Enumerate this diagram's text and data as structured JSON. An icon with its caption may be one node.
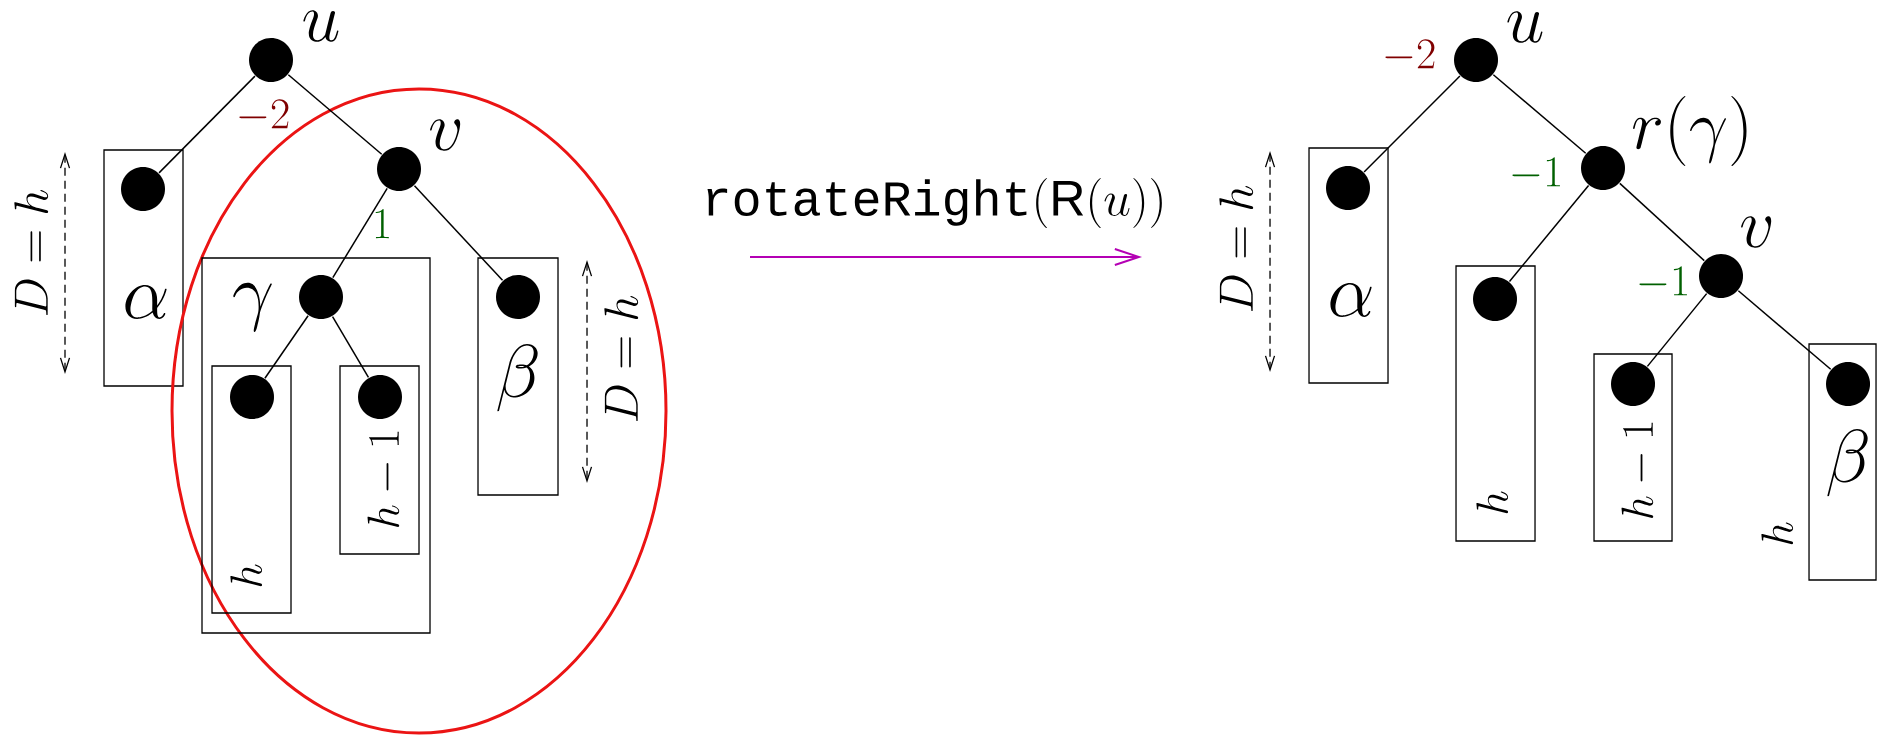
{
  "diagram": {
    "nodes": [
      {
        "text": [],
        "shape": "circle",
        "beside": [
          "u",
          "-2"
        ]
      },
      {
        "text": [
          "\\alpha"
        ]
      },
      {
        "text": [],
        "shape": "circle",
        "in": 1
      },
      {
        "text": [],
        "shape": "ellipse"
      },
      {
        "text": [],
        "shape": "circle",
        "beside": [
          "v",
          "1"
        ],
        "in": 3
      },
      {
        "text": [
          "\\gamma"
        ],
        "in": 3
      },
      {
        "text": [],
        "shape": "circle",
        "in": 5
      },
      {
        "text": [
          "h"
        ],
        "in": 5
      },
      {
        "text": [],
        "shape": "circle",
        "in": 7
      },
      {
        "text": [
          "h-1"
        ],
        "in": 5
      },
      {
        "text": [],
        "shape": "circle",
        "in": 9
      },
      {
        "text": [
          "\\beta"
        ],
        "in": 3
      },
      {
        "text": [],
        "shape": "circle",
        "in": 11
      },
      {
        "text": [],
        "shape": "circle",
        "beside": [
          "u",
          "-2"
        ]
      },
      {
        "text": [
          "\\alpha"
        ]
      },
      {
        "text": [],
        "shape": "circle",
        "in": 14
      },
      {
        "text": [],
        "shape": "circle",
        "beside": [
          "r(\\gamma)",
          "-1"
        ]
      },
      {
        "text": [
          "h"
        ]
      },
      {
        "text": [],
        "shape": "circle",
        "in": 17
      },
      {
        "text": [],
        "shape": "circle",
        "beside": [
          "v",
          "-1"
        ]
      },
      {
        "text": [
          "h-1"
        ]
      },
      {
        "text": [],
        "shape": "circle",
        "in": 20
      },
      {
        "text": [
          "\\beta"
        ],
        "beside": [
          "h"
        ]
      },
      {
        "text": [],
        "shape": "circle",
        "in": 22
      }
    ],
    "edges": [
      {
        "from": 0,
        "to": 2,
        "arrow": "none"
      },
      {
        "from": 0,
        "to": 4,
        "arrow": "none"
      },
      {
        "from": 4,
        "to": 6,
        "arrow": "none"
      },
      {
        "from": 4,
        "to": 12,
        "arrow": "none"
      },
      {
        "from": 6,
        "to": 8,
        "arrow": "none"
      },
      {
        "from": 6,
        "to": 10,
        "arrow": "none"
      },
      {
        "from": 13,
        "to": 15,
        "arrow": "none"
      },
      {
        "from": 13,
        "to": 16,
        "arrow": "none"
      },
      {
        "from": 16,
        "to": 18,
        "arrow": "none"
      },
      {
        "from": 16,
        "to": 19,
        "arrow": "none"
      },
      {
        "from": 19,
        "to": 21,
        "arrow": "none"
      },
      {
        "from": 19,
        "to": 23,
        "arrow": "none"
      }
    ],
    "labels": [
      "D = h",
      "D = h",
      "\\mathtt{rotateRight}(\\mathsf{R}(u))",
      "D = h"
    ]
  }
}
